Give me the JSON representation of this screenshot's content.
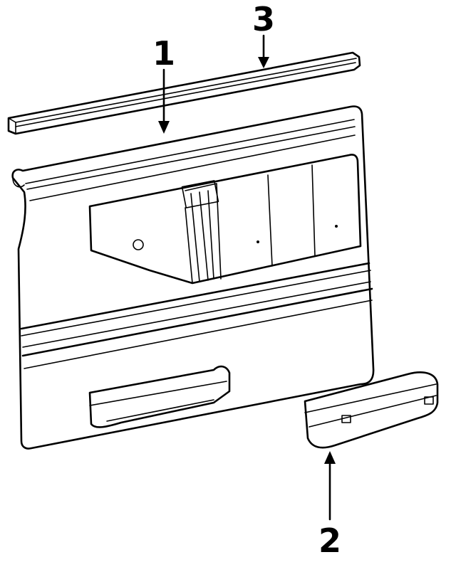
{
  "diagram": {
    "callouts": [
      {
        "id": "1",
        "label": "1",
        "part": "door-trim-panel"
      },
      {
        "id": "2",
        "label": "2",
        "part": "armrest"
      },
      {
        "id": "3",
        "label": "3",
        "part": "belt-weatherstrip"
      }
    ]
  }
}
